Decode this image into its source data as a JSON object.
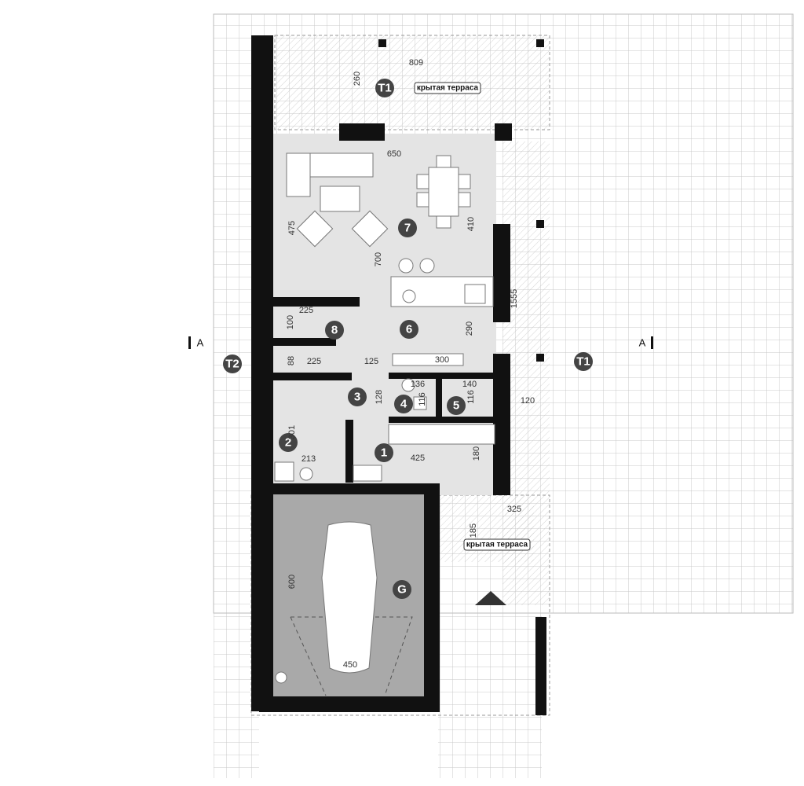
{
  "plan": {
    "section_marker": "A",
    "terrace_label": "крытая терраса",
    "room_markers": [
      "1",
      "2",
      "3",
      "4",
      "5",
      "6",
      "7",
      "8",
      "G",
      "T1",
      "T2"
    ],
    "dimensions": [
      "809",
      "260",
      "650",
      "475",
      "700",
      "410",
      "1555",
      "225",
      "100",
      "88",
      "225",
      "290",
      "125",
      "300",
      "136",
      "140",
      "128",
      "116",
      "116",
      "120",
      "301",
      "213",
      "425",
      "180",
      "325",
      "185",
      "600",
      "450"
    ]
  },
  "colors": {
    "wall": "#111111",
    "floor": "#e4e4e4",
    "garage": "#a9a9a9",
    "grid": "#c8c8c8",
    "marker": "#444444"
  }
}
